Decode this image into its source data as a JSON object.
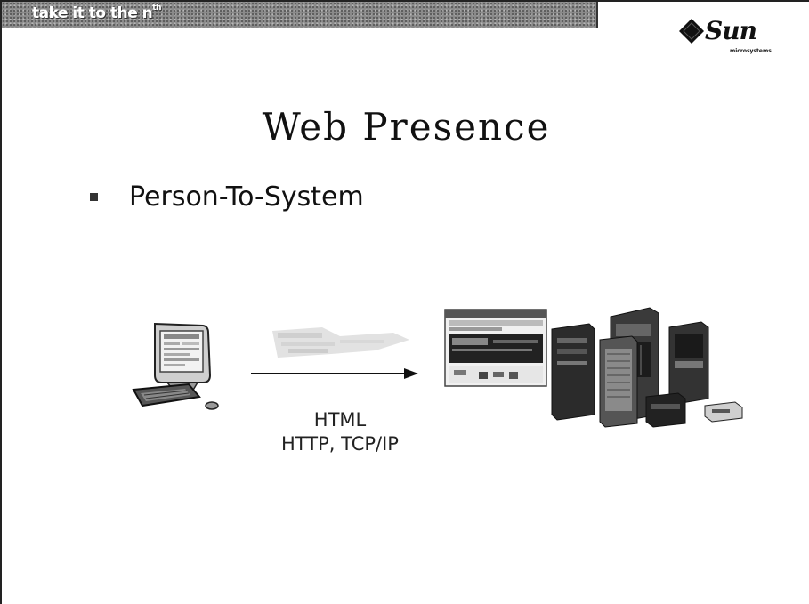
{
  "header": {
    "tagline": "take it to the n",
    "tagline_sup": "th",
    "bar_color": "#8a8a8a"
  },
  "logo": {
    "name": "Sun",
    "sub": "microsystems"
  },
  "slide": {
    "title": "Web Presence",
    "bullets": [
      {
        "label": "Person-To-System"
      }
    ]
  },
  "diagram": {
    "protocols": [
      "HTML",
      "HTTP, TCP/IP"
    ],
    "icons": [
      "desktop-computer-icon",
      "data-packet-icon",
      "arrow-right-icon",
      "browser-window-icon",
      "server-cluster-icon"
    ]
  }
}
